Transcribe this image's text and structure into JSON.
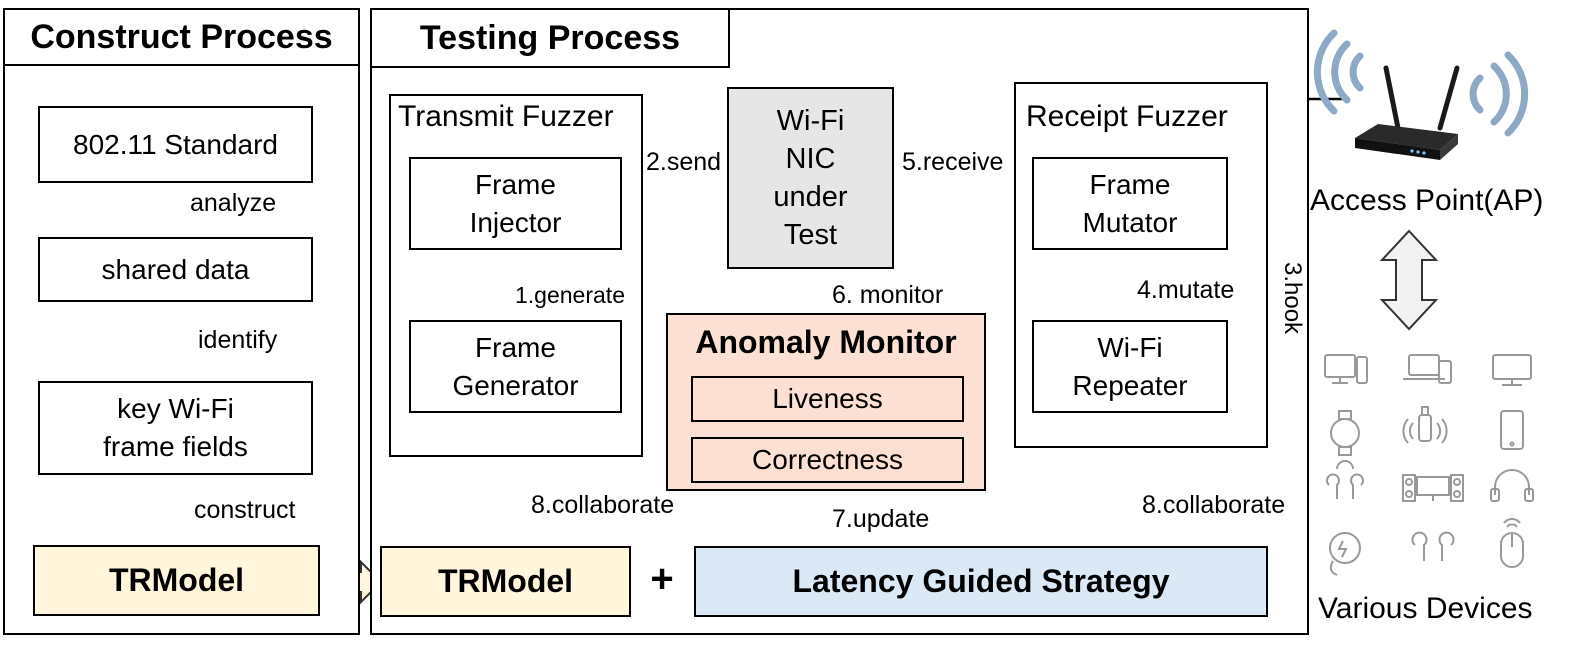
{
  "colors": {
    "highlight_fill": "#e6e6e6",
    "anomaly_fill": "#fbe0d3",
    "trmodel_fill": "#fff6dc",
    "strategy_fill": "#dbe8f6",
    "collab_arrow_fill": "#dbe8f6",
    "ap_arrow_fill": "#f2f2f2",
    "wave_color": "#8ea9c6",
    "device_icon_color": "#999999"
  },
  "construct": {
    "title": "Construct Process",
    "steps": [
      "802.11 Standard",
      "shared data",
      [
        "key Wi-Fi",
        "frame fields"
      ]
    ],
    "edge_labels": [
      "analyze",
      "identify",
      "construct"
    ],
    "model": "TRModel"
  },
  "testing": {
    "title": "Testing Process",
    "transmit": {
      "title": "Transmit Fuzzer",
      "injector": [
        "Frame",
        "Injector"
      ],
      "generator": [
        "Frame",
        "Generator"
      ]
    },
    "nic": [
      "Wi-Fi",
      "NIC",
      "under",
      "Test"
    ],
    "receipt": {
      "title": "Receipt Fuzzer",
      "mutator": [
        "Frame",
        "Mutator"
      ],
      "repeater": [
        "Wi-Fi",
        "Repeater"
      ]
    },
    "anomaly": {
      "title": "Anomaly Monitor",
      "items": [
        "Liveness",
        "Correctness"
      ]
    },
    "model": "TRModel",
    "plus": "+",
    "strategy": "Latency Guided Strategy",
    "step_labels": {
      "generate": "1.generate",
      "send": "2.send",
      "hook": "3.hook",
      "mutate": "4.mutate",
      "receive": "5.receive",
      "monitor": "6. monitor",
      "update": "7.update",
      "collaborate_left": "8.collaborate",
      "collaborate_right": "8.collaborate"
    }
  },
  "ap_label": "Access Point(AP)",
  "devices_label": "Various Devices",
  "device_icons": [
    "desktop-icon",
    "laptop-phone-icon",
    "monitor-icon",
    "smartwatch-icon",
    "usb-wifi-dongle-icon",
    "tablet-icon",
    "wireless-earbuds-icon",
    "speaker-system-icon",
    "headphones-icon",
    "wireless-charger-icon",
    "earphones-icon",
    "mouse-icon"
  ]
}
